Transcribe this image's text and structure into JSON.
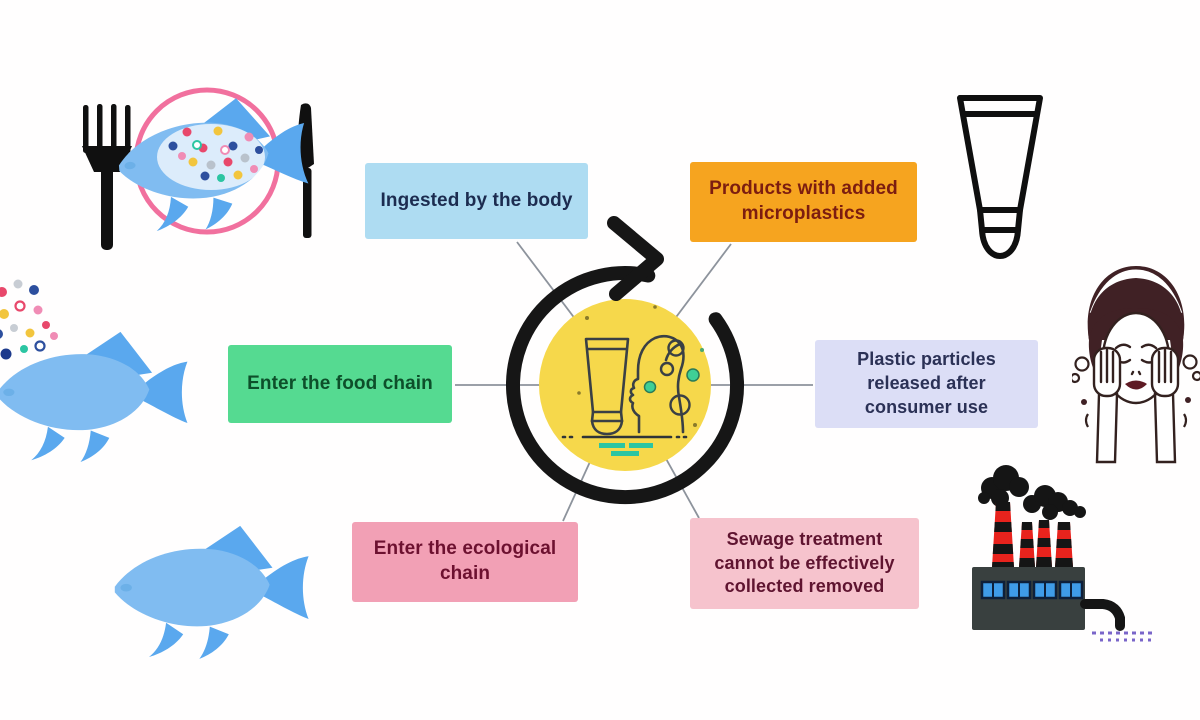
{
  "title": "Microplastics cycle infographic",
  "center": {
    "icon": "cosmetics-tube-and-face-icon",
    "circle_color": "#f6d84b",
    "arrow_color": "#161616",
    "accent_green": "#3fcf96",
    "accent_teal": "#2cc5a2"
  },
  "connector_color": "#8d939c",
  "nodes": {
    "ingested": {
      "label": "Ingested by the body",
      "bg": "#aedcf2",
      "fg": "#1c2c50"
    },
    "products": {
      "label": "Products with added microplastics",
      "bg": "#f6a41f",
      "fg": "#7c1d10"
    },
    "food_chain": {
      "label": "Enter the food chain",
      "bg": "#55da91",
      "fg": "#0d4f2a"
    },
    "particles": {
      "label": "Plastic particles released after consumer use",
      "bg": "#dcdef6",
      "fg": "#2b3156"
    },
    "ecological": {
      "label": "Enter the ecological chain",
      "bg": "#f2a0b5",
      "fg": "#6d1130"
    },
    "sewage": {
      "label": "Sewage treatment cannot be effectively collected removed",
      "bg": "#f6c3cd",
      "fg": "#5f1430"
    }
  },
  "connections": [
    {
      "from": "center",
      "to": "ingested"
    },
    {
      "from": "center",
      "to": "products"
    },
    {
      "from": "center",
      "to": "food_chain"
    },
    {
      "from": "center",
      "to": "particles"
    },
    {
      "from": "center",
      "to": "ecological"
    },
    {
      "from": "center",
      "to": "sewage"
    }
  ],
  "illustrations": {
    "meal": {
      "name": "fish-on-plate-with-cutlery",
      "fish": "#80bcf1",
      "fin": "#5aa8ee",
      "plate": "#f1709e",
      "cutlery": "#101010"
    },
    "tube": {
      "name": "cosmetic-tube-outline",
      "color": "#0f0f0f"
    },
    "woman": {
      "name": "woman-washing-face",
      "hair": "#402125",
      "outline": "#33211f",
      "lips": "#5e1a24"
    },
    "factory": {
      "name": "factory-sewage-discharge",
      "building": "#39403f",
      "chimney_red": "#e8231d",
      "smoke": "#151515",
      "window": "#3f9be8",
      "water": "#7a65c9"
    },
    "fish_feeding": {
      "name": "fish-eating-microplastics"
    },
    "fish_plain": {
      "name": "fish"
    }
  },
  "microplastic_dot_colors": [
    "#e8486b",
    "#2d4f9e",
    "#f2c53d",
    "#f08cb5",
    "#b9c2cc",
    "#2cc5a2"
  ]
}
